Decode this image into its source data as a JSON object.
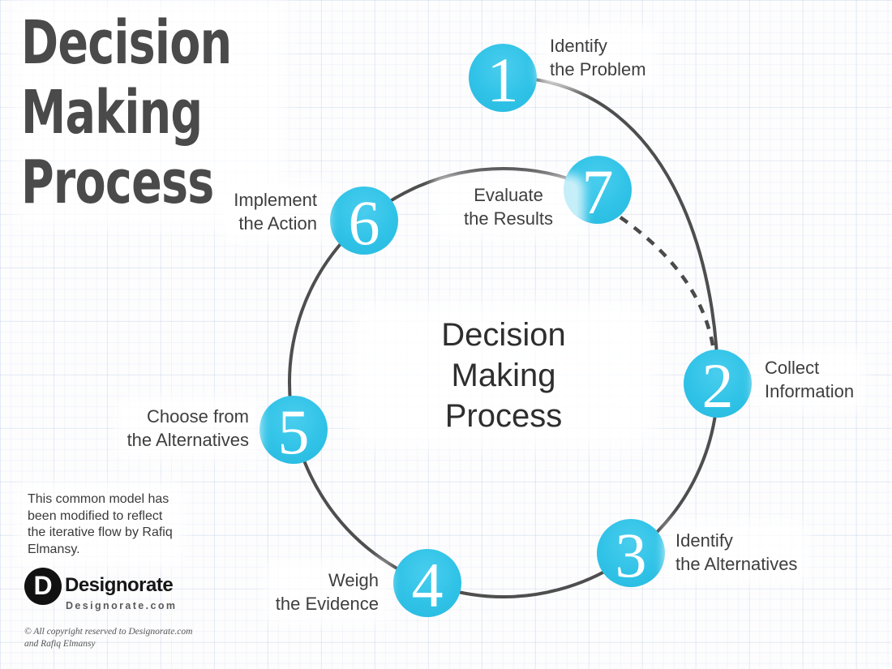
{
  "title": {
    "line1": "Decision",
    "line2": "Making",
    "line3": "Process"
  },
  "center_label": {
    "line1": "Decision",
    "line2": "Making",
    "line3": "Process"
  },
  "steps": [
    {
      "number": "1",
      "label_line1": "Identify",
      "label_line2": "the Problem"
    },
    {
      "number": "2",
      "label_line1": "Collect",
      "label_line2": "Information"
    },
    {
      "number": "3",
      "label_line1": "Identify",
      "label_line2": "the Alternatives"
    },
    {
      "number": "4",
      "label_line1": "Weigh",
      "label_line2": "the Evidence"
    },
    {
      "number": "5",
      "label_line1": "Choose from",
      "label_line2": "the Alternatives"
    },
    {
      "number": "6",
      "label_line1": "Implement",
      "label_line2": "the Action"
    },
    {
      "number": "7",
      "label_line1": "Evaluate",
      "label_line2": "the Results"
    }
  ],
  "note": {
    "line1": "This common model has",
    "line2": "been modified to reflect",
    "line3": "the iterative flow by Rafiq",
    "line4": "Elmansy."
  },
  "logo": {
    "monogram": "D",
    "name": "Designorate",
    "domain": "Designorate.com"
  },
  "copyright": {
    "line1": "© All copyright reserved to Designorate.com",
    "line2": "and Rafiq Elmansy"
  },
  "colors": {
    "accent_cyan": "#30c3e7",
    "arc_gray": "#4e4e4e",
    "title_gray": "#4a4a4a"
  }
}
